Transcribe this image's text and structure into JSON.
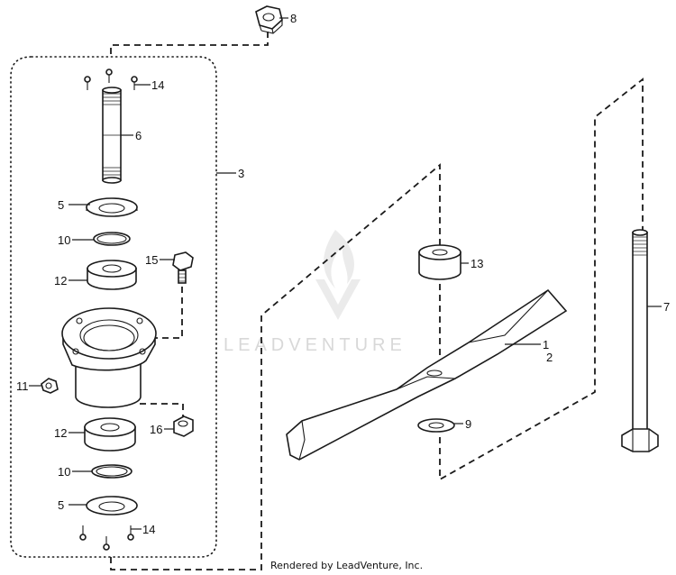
{
  "callouts": {
    "c1": "1",
    "c2": "2",
    "c3": "3",
    "c5a": "5",
    "c5b": "5",
    "c6": "6",
    "c7": "7",
    "c8": "8",
    "c9": "9",
    "c10a": "10",
    "c10b": "10",
    "c11": "11",
    "c12a": "12",
    "c12b": "12",
    "c13": "13",
    "c14a": "14",
    "c14b": "14",
    "c15": "15",
    "c16": "16"
  },
  "watermark": {
    "text": "LEADVENTURE"
  },
  "footer": {
    "text": "Rendered by LeadVenture, Inc."
  },
  "colors": {
    "line": "#1a1a1a",
    "watermark": "#d8d8d8",
    "background": "#ffffff"
  }
}
